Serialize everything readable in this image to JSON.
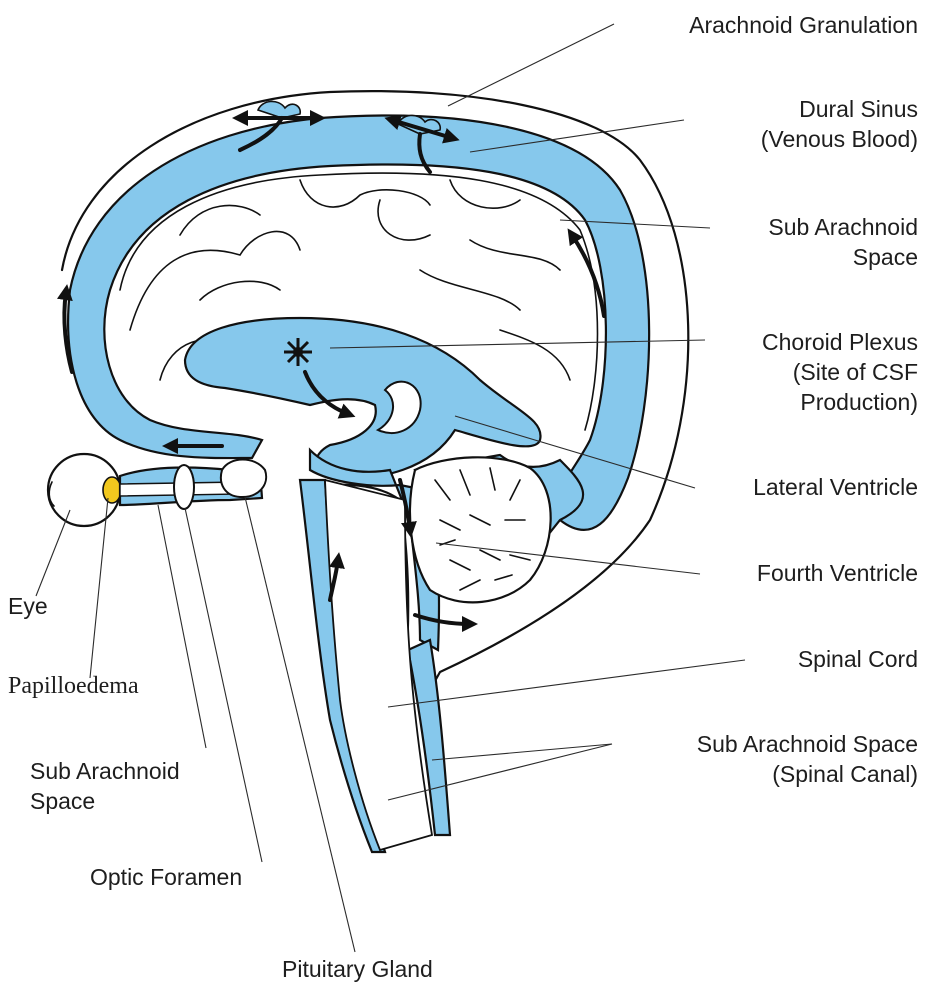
{
  "labels": {
    "arachnoid_granulation": "Arachnoid Granulation",
    "dural_sinus_1": "Dural Sinus",
    "dural_sinus_2": "(Venous Blood)",
    "sub_arachnoid_space_1": "Sub Arachnoid",
    "sub_arachnoid_space_2": "Space",
    "choroid_plexus_1": "Choroid Plexus",
    "choroid_plexus_2": "(Site of CSF",
    "choroid_plexus_3": "Production)",
    "lateral_ventricle": "Lateral Ventricle",
    "fourth_ventricle": "Fourth Ventricle",
    "spinal_cord": "Spinal Cord",
    "spinal_sub_arachnoid_1": "Sub Arachnoid Space",
    "spinal_sub_arachnoid_2": "(Spinal Canal)",
    "eye": "Eye",
    "papilloedema": "Papilloedema",
    "optic_sub_arachnoid_1": "Sub Arachnoid",
    "optic_sub_arachnoid_2": "Space",
    "optic_foramen": "Optic Foramen",
    "pituitary_gland": "Pituitary Gland"
  },
  "colors": {
    "csf": "#86c8ec",
    "papilloedema": "#f2c81e",
    "outline": "#111111"
  }
}
